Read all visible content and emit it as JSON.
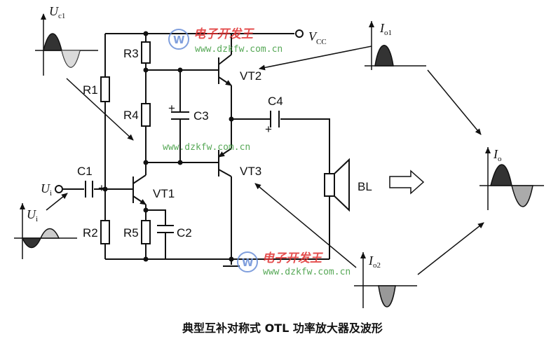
{
  "labels": {
    "r1": "R1",
    "r2": "R2",
    "r3": "R3",
    "r4": "R4",
    "r5": "R5",
    "c1": "C1",
    "c2": "C2",
    "c3": "C3",
    "c4": "C4",
    "vt1": "VT1",
    "vt2": "VT2",
    "vt3": "VT3",
    "bl": "BL",
    "vcc_main": "V",
    "vcc_sub": "CC",
    "ui_main": "U",
    "ui_sub": "i",
    "uc1_main": "U",
    "uc1_sub": "c1",
    "io1_main": "I",
    "io1_sub": "o1",
    "io2_main": "I",
    "io2_sub": "o2",
    "io_main": "I",
    "io_sub": "o",
    "plus": "+"
  },
  "watermark": {
    "brand_cn": "电子开发王",
    "url": "www.dzkfw.com.cn"
  },
  "caption": "典型互补对称式 OTL 功率放大器及波形"
}
